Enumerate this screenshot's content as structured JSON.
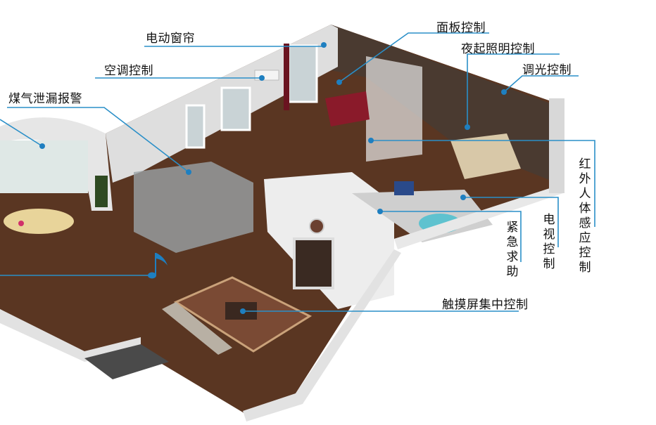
{
  "labels": {
    "curtain": "电动窗帘",
    "panel": "面板控制",
    "night_light": "夜起照明控制",
    "ac": "空调控制",
    "dimming": "调光控制",
    "gas_alarm": "煤气泄漏报警",
    "infrared": "红外人体感应控制",
    "tv": "电视控制",
    "emergency": "紧急求助",
    "touchscreen": "触摸屏集中控制"
  },
  "colors": {
    "callout_line": "#2a8fc8",
    "callout_dot": "#1e7fc0",
    "floor": "#5a3622",
    "wall": "#e4e4e2",
    "wallpaper": "#4a3a30",
    "accent_dot": "#d0306a"
  }
}
